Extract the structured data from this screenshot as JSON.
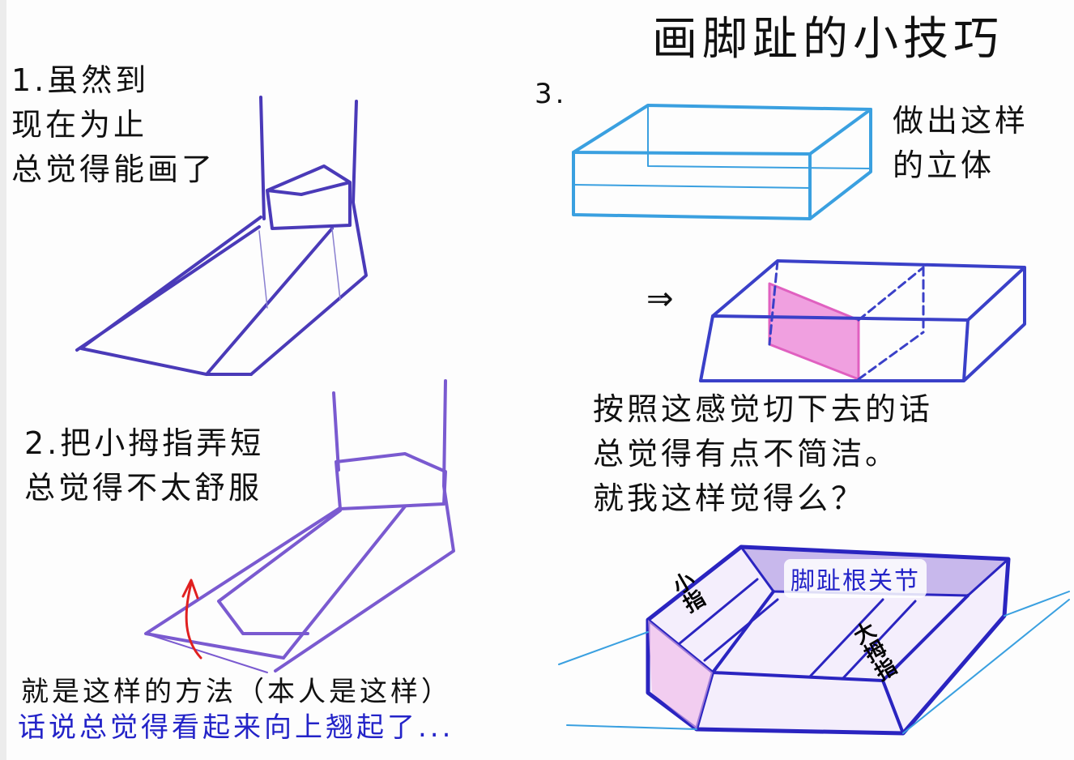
{
  "title": "画脚趾的小技巧",
  "section1": {
    "lines": [
      "1.虽然到",
      "现在为止",
      "总觉得能画了"
    ]
  },
  "section2": {
    "lines": [
      "2.把小拇指弄短",
      "总觉得不太舒服"
    ]
  },
  "section3": {
    "number": "3.",
    "caption": [
      "做出这样",
      "的立体"
    ],
    "arrow": "⇒",
    "comment": [
      "按照这感觉切下去的话",
      "总觉得有点不简洁。",
      "就我这样觉得么？"
    ]
  },
  "labels": {
    "joint": "脚趾根关节",
    "little_toe": "小指",
    "big_toe": "大拇指"
  },
  "footer": {
    "line1": "就是这样的方法（本人是这样）",
    "line2": "话说总觉得看起来向上翘起了..."
  },
  "colors": {
    "purple": "#4a3ab8",
    "blue": "#3aa0e0",
    "darkblue": "#2a24c0",
    "pink": "#e060c0",
    "red": "#e02020"
  }
}
